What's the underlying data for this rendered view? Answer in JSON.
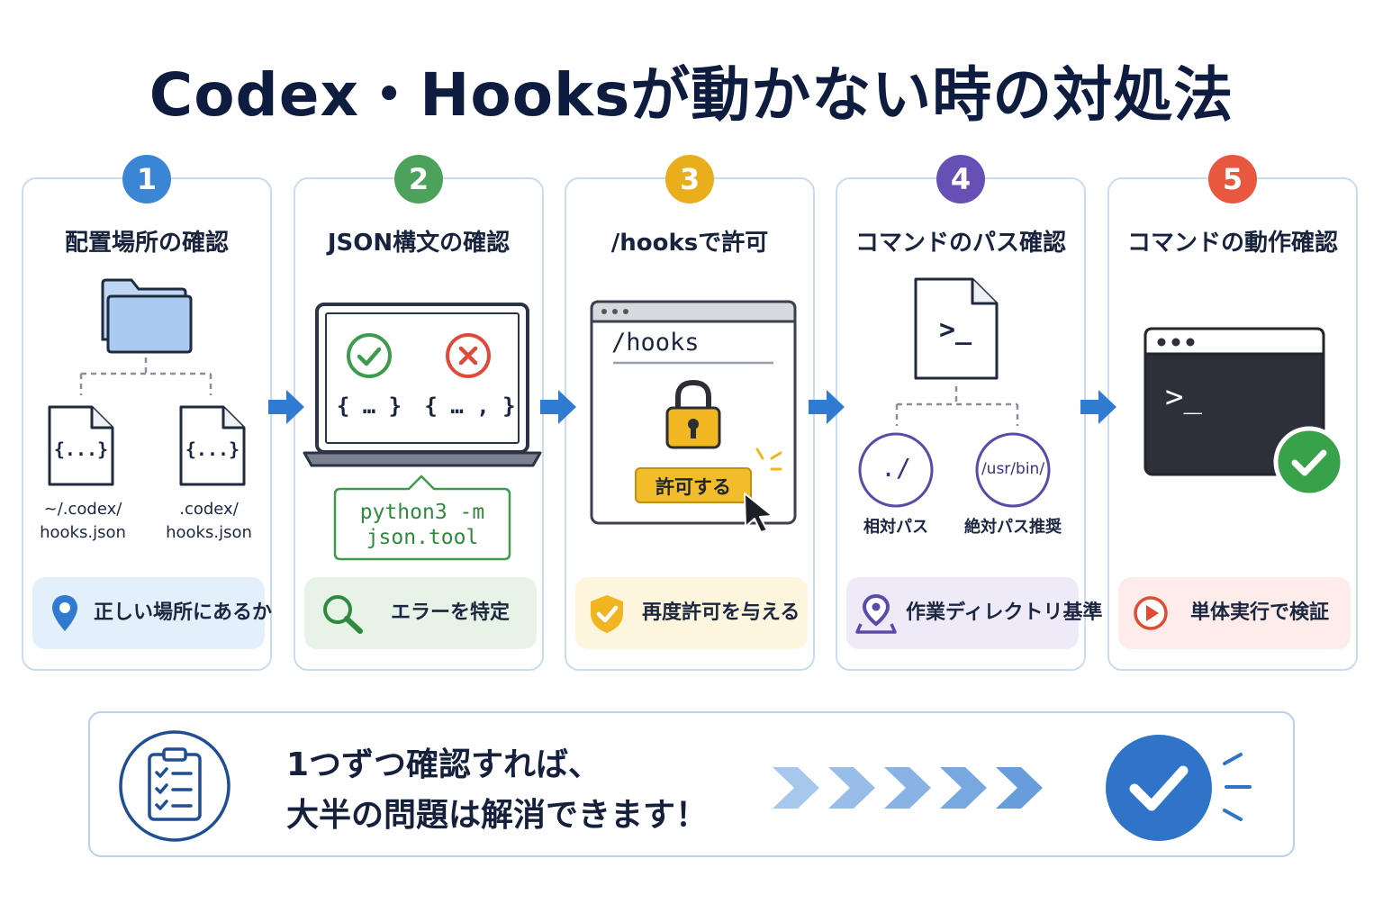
{
  "title": "Codex・Hooksが動かない時の対処法",
  "steps": [
    {
      "number": "1",
      "title": "配置場所の確認",
      "color": "#3a86d4",
      "files": [
        {
          "glyph": "{...}",
          "path_line1": "~/.codex/",
          "path_line2": "hooks.json"
        },
        {
          "glyph": "{...}",
          "path_line1": ".codex/",
          "path_line2": "hooks.json"
        }
      ],
      "pill_text": "正しい場所にあるか",
      "pill_bg": "#e4effc",
      "icon": "location-pin-icon"
    },
    {
      "number": "2",
      "title": "JSON構文の確認",
      "color": "#4ca25a",
      "valid_json": "{ … }",
      "invalid_json": "{ … , }",
      "callout_line1": "python3 -m",
      "callout_line2": "json.tool",
      "pill_text": "エラーを特定",
      "pill_bg": "#e8f3e8",
      "icon": "search-icon"
    },
    {
      "number": "3",
      "title": "/hooksで許可",
      "color": "#e8ae1c",
      "command": "/hooks",
      "allow_button": "許可する",
      "pill_text": "再度許可を与える",
      "pill_bg": "#fdf5dc",
      "icon": "shield-check-icon"
    },
    {
      "number": "4",
      "title": "コマンドのパス確認",
      "color": "#6650b6",
      "prompt": ">_",
      "relative_path": "./",
      "relative_label": "相対パス",
      "absolute_path": "/usr/bin/",
      "absolute_label": "絶対パス推奨",
      "pill_text": "作業ディレクトリ基準",
      "pill_bg": "#eeeaf8",
      "icon": "map-pin-icon"
    },
    {
      "number": "5",
      "title": "コマンドの動作確認",
      "color": "#e85840",
      "prompt": ">_",
      "pill_text": "単体実行で検証",
      "pill_bg": "#fdecea",
      "icon": "play-icon"
    }
  ],
  "summary": {
    "line1": "1つずつ確認すれば、",
    "line2": "大半の問題は解消できます！",
    "icon": "checklist-icon",
    "check_icon": "check-circle-icon"
  },
  "colors": {
    "arrow": "#2f7bd2",
    "title": "#0e1d3f",
    "card_border": "#c9dcef",
    "check_blue": "#2f74c9"
  }
}
